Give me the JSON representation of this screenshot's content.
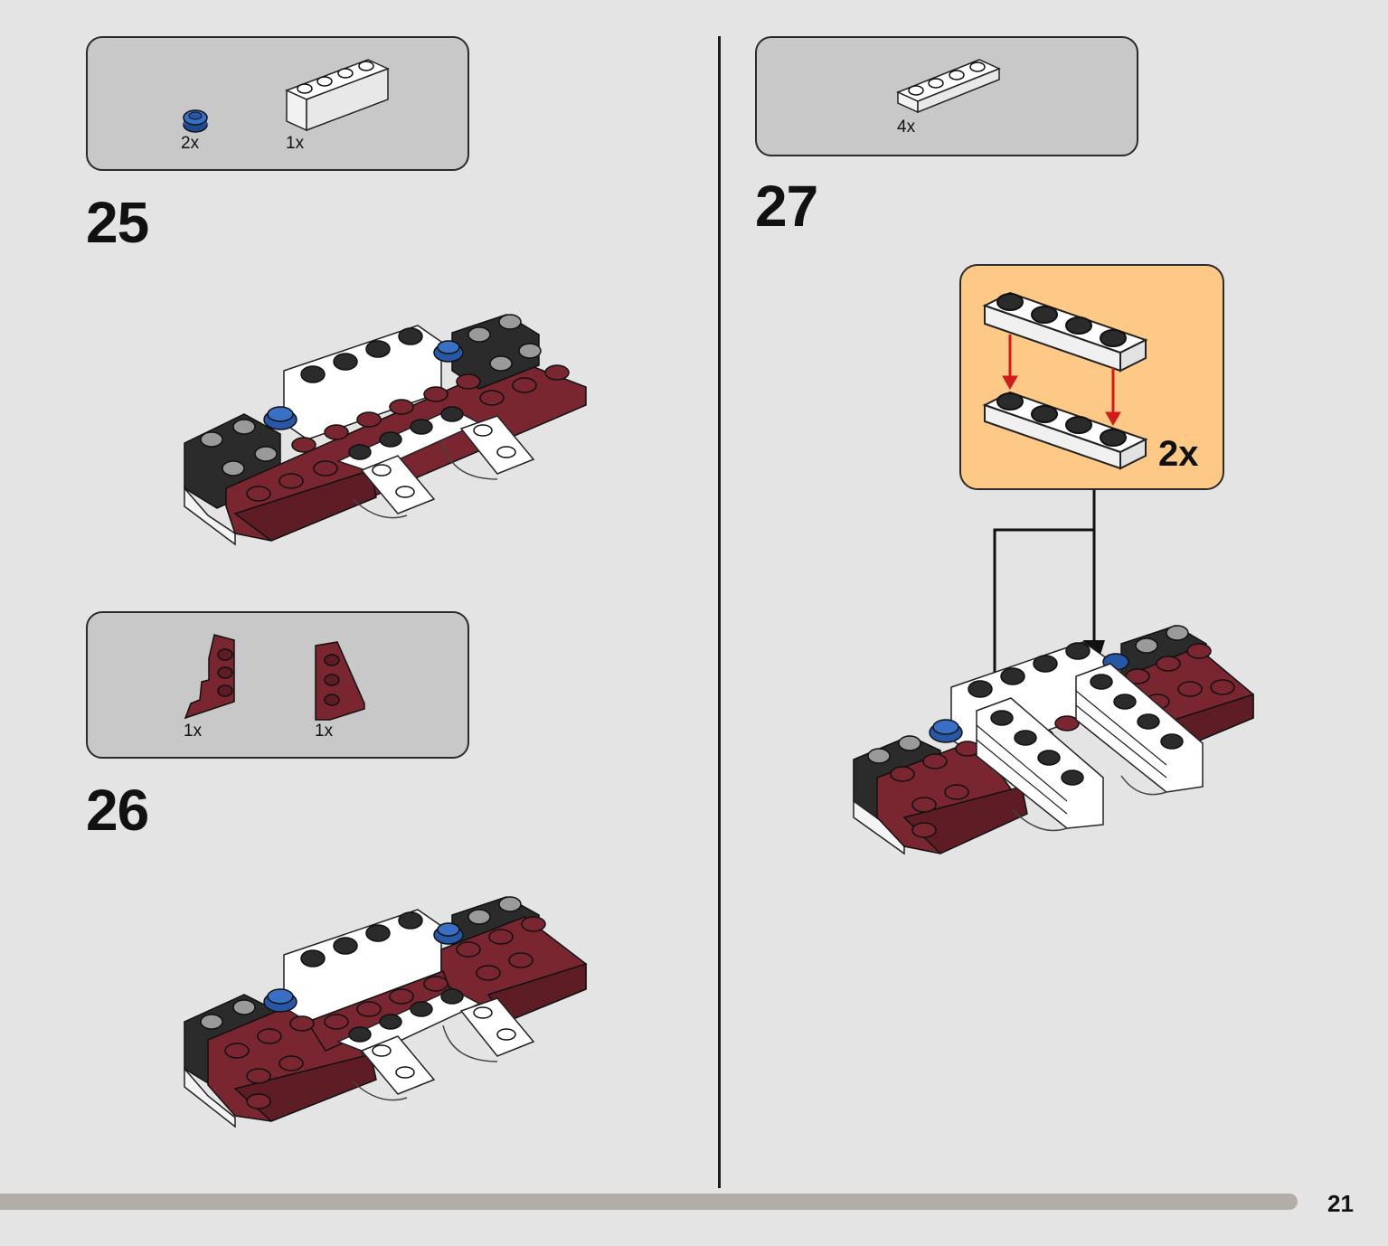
{
  "page": {
    "number": "21"
  },
  "steps": [
    {
      "number": "25",
      "parts": [
        {
          "qty": "2x",
          "part": "blue round plate 1x1",
          "color": "#2857a8"
        },
        {
          "qty": "1x",
          "part": "white brick 1x4",
          "color": "#ffffff"
        }
      ]
    },
    {
      "number": "26",
      "parts": [
        {
          "qty": "1x",
          "part": "dark red wing plate left",
          "color": "#7a2630"
        },
        {
          "qty": "1x",
          "part": "dark red wing plate right",
          "color": "#7a2630"
        }
      ]
    },
    {
      "number": "27",
      "parts": [
        {
          "qty": "4x",
          "part": "white plate 1x4",
          "color": "#ffffff"
        }
      ],
      "subassembly": {
        "qty": "2x"
      }
    }
  ],
  "colors": {
    "dark_red": "#7a2630",
    "blue": "#2857a8",
    "black": "#2b2b2b",
    "white": "#ffffff",
    "callout_bg": "#c8c8c8",
    "subassembly_bg": "#fec987",
    "arrow_red": "#d11a1a"
  }
}
